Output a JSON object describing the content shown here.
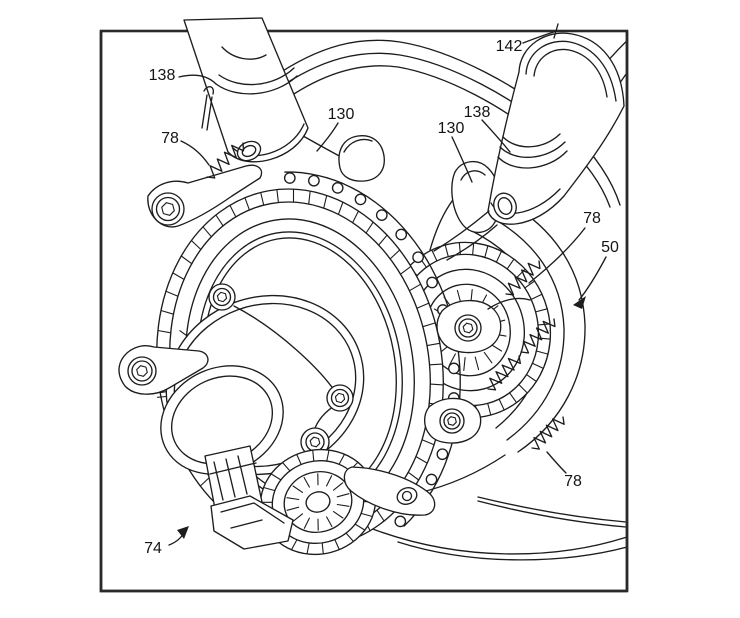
{
  "figure": {
    "kind": "patent-line-drawing",
    "description": "Isometric patent figure of a camshaft phaser and gear drive assembly",
    "background_color": "#ffffff",
    "ink_color": "#1d1d1d",
    "frame_color": "#2a2a2a"
  },
  "labels": {
    "ref_138_top_left": "138",
    "ref_78_upper_left": "78",
    "ref_130_left": "130",
    "ref_130_right": "130",
    "ref_138_upper_right": "138",
    "ref_142": "142",
    "ref_78_right": "78",
    "ref_50": "50",
    "ref_78_lower_right": "78",
    "ref_74": "74"
  }
}
